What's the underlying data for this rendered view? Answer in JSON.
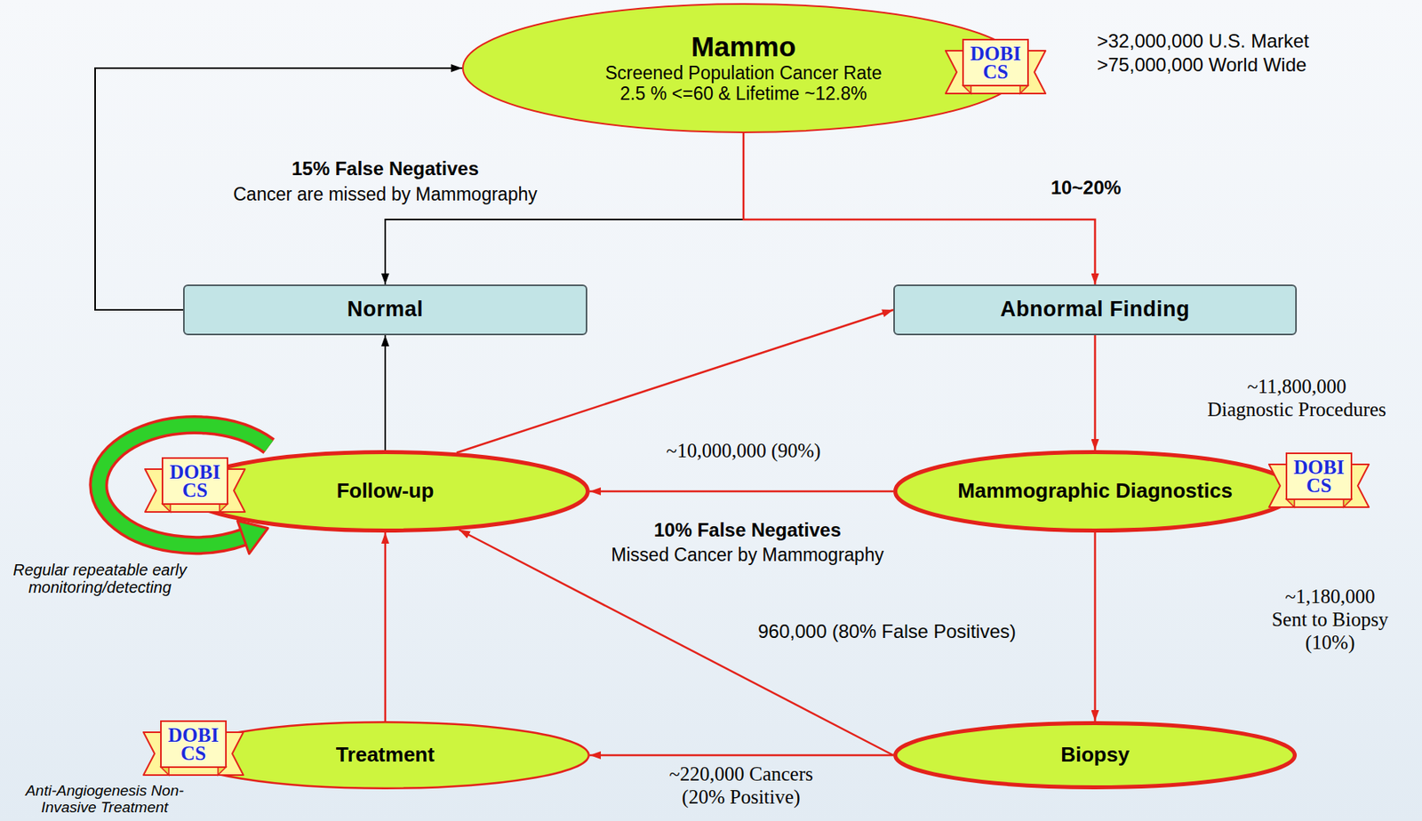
{
  "diagram": {
    "nodes": [
      {
        "text": [
          "Mammo",
          "Screened Population Cancer Rate 2.5 % <=60 & Lifetime ~12.8%"
        ]
      },
      {
        "text": [
          "DOBI CS"
        ]
      },
      {
        "text": [
          "Normal"
        ]
      },
      {
        "text": [
          "Abnormal Finding"
        ]
      },
      {
        "text": [
          "Follow-up"
        ]
      },
      {
        "text": [
          "DOBI CS"
        ]
      },
      {
        "text": [
          "Mammographic Diagnostics"
        ]
      },
      {
        "text": [
          "DOBI CS"
        ]
      },
      {
        "text": [
          "Treatment"
        ]
      },
      {
        "text": [
          "DOBI CS"
        ]
      },
      {
        "text": [
          "Biopsy"
        ]
      }
    ],
    "edges": [
      {
        "from": 0,
        "to": 2,
        "arrow": "to"
      },
      {
        "from": 0,
        "to": 3,
        "label": "10~20%",
        "arrow": "to"
      },
      {
        "from": 2,
        "to": 0,
        "arrow": "to"
      },
      {
        "from": 4,
        "to": 2,
        "arrow": "to"
      },
      {
        "from": 4,
        "to": 3,
        "arrow": "to"
      },
      {
        "from": 3,
        "to": 6,
        "label": "~11,800,000 Diagnostic Procedures",
        "arrow": "to"
      },
      {
        "from": 6,
        "to": 4,
        "label": "~10,000,000 (90%)",
        "arrow": "to"
      },
      {
        "from": 6,
        "to": 10,
        "label": "~1,180,000 Sent to Biopsy (10%)",
        "arrow": "to"
      },
      {
        "from": 10,
        "to": 4,
        "label": "960,000 (80% False Positives)",
        "arrow": "to"
      },
      {
        "from": 10,
        "to": 8,
        "label": "~220,000 Cancers (20% Positive)",
        "arrow": "to"
      },
      {
        "from": 8,
        "to": 4,
        "arrow": "to"
      }
    ],
    "labels": [
      ">32,000,000 U.S. Market",
      ">75,000,000 World Wide",
      "15% False Negatives",
      "Cancer are missed by Mammography",
      "10% False Negatives",
      "Missed Cancer by Mammography",
      "Regular repeatable early monitoring/detecting",
      "Anti-Angiogenesis Non-Invasive Treatment"
    ]
  }
}
